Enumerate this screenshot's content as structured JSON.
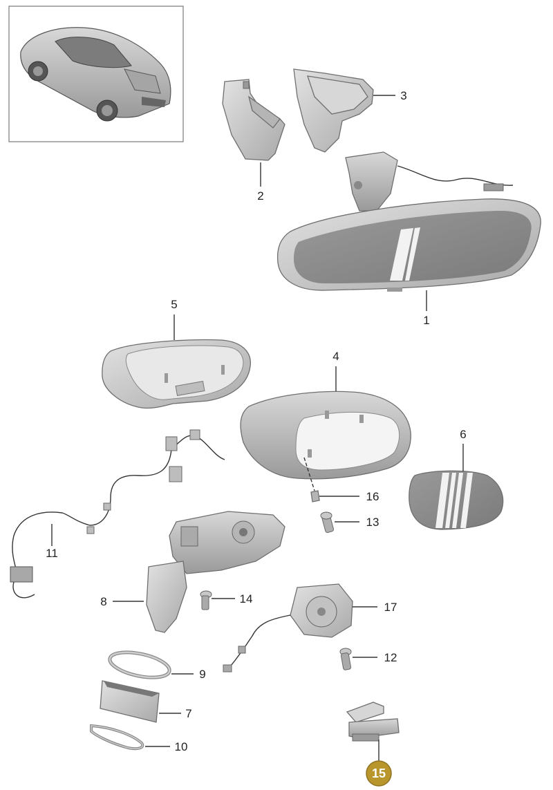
{
  "diagram": {
    "parts": [
      {
        "num": "1"
      },
      {
        "num": "2"
      },
      {
        "num": "3"
      },
      {
        "num": "4"
      },
      {
        "num": "5"
      },
      {
        "num": "6"
      },
      {
        "num": "7"
      },
      {
        "num": "8"
      },
      {
        "num": "9"
      },
      {
        "num": "10"
      },
      {
        "num": "11"
      },
      {
        "num": "12"
      },
      {
        "num": "13"
      },
      {
        "num": "14"
      },
      {
        "num": "15"
      },
      {
        "num": "16"
      },
      {
        "num": "17"
      }
    ],
    "highlighted_part": "15",
    "colors": {
      "part_fill": "#c9c9c9",
      "part_dark": "#9c9c9c",
      "glass": "#8a8a8a",
      "highlight_badge": "#b8962c",
      "leader": "#333333"
    }
  }
}
